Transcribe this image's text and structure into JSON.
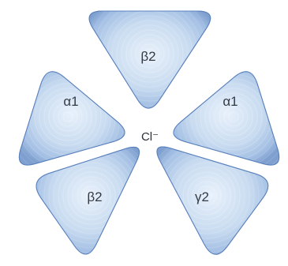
{
  "diagram": {
    "subunits": [
      {
        "id": "beta2-top",
        "label": "β2"
      },
      {
        "id": "alpha1-right",
        "label": "α1"
      },
      {
        "id": "gamma2-bottom-right",
        "label": "γ2"
      },
      {
        "id": "beta2-bottom-left",
        "label": "β2"
      },
      {
        "id": "alpha1-left",
        "label": "α1"
      }
    ],
    "channel_label": "Cl⁻",
    "colors": {
      "fill_light": "#e4eef9",
      "fill_mid": "#bcd1ec",
      "fill_dark": "#7e9fcf",
      "stroke": "#5b82bd",
      "ring": "#ffffff"
    }
  }
}
